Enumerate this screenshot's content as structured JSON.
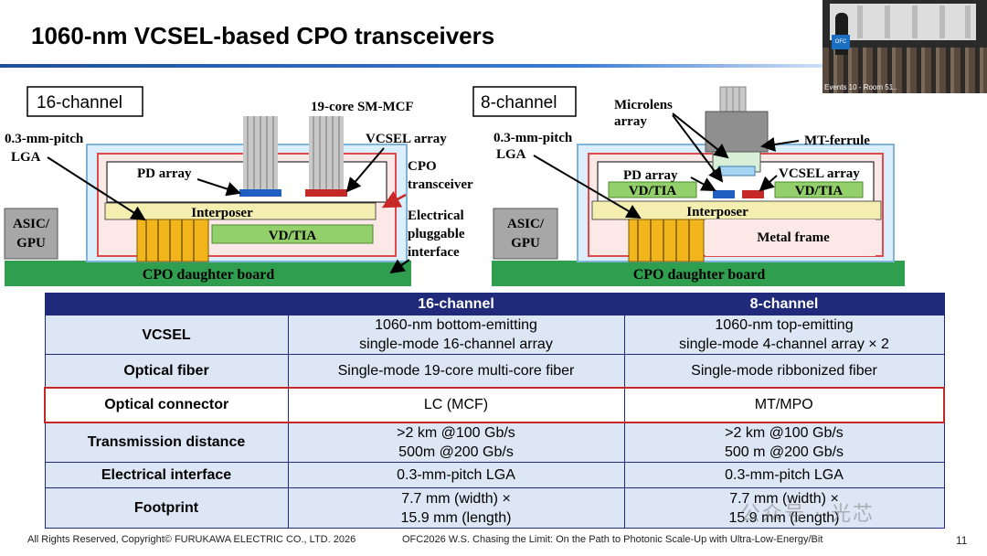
{
  "slide": {
    "title": "1060-nm VCSEL-based CPO transceivers"
  },
  "video": {
    "caption": "Events 10 - Room 51..",
    "sign": "OFC"
  },
  "diagram_16": {
    "label": "16-channel",
    "fiber_label": "19-core SM-MCF",
    "vcsel_label": "VCSEL array",
    "lga_label_1": "0.3-mm-pitch",
    "lga_label_2": "LGA",
    "pd_label": "PD array",
    "cpo_label_1": "CPO",
    "cpo_label_2": "transceiver",
    "interposer": "Interposer",
    "asic_1": "ASIC/",
    "asic_2": "GPU",
    "vdtia": "VD/TIA",
    "epi_1": "Electrical",
    "epi_2": "pluggable",
    "epi_3": "interface",
    "board": "CPO daughter board"
  },
  "diagram_8": {
    "label": "8-channel",
    "microlens_1": "Microlens",
    "microlens_2": "array",
    "lga_label_1": "0.3-mm-pitch",
    "lga_label_2": "LGA",
    "mt_ferrule": "MT-ferrule",
    "pd_label": "PD array",
    "vcsel_label": "VCSEL array",
    "vdtia_left": "VD/TIA",
    "vdtia_right": "VD/TIA",
    "interposer": "Interposer",
    "asic_1": "ASIC/",
    "asic_2": "GPU",
    "metal_frame": "Metal frame",
    "board": "CPO daughter board"
  },
  "table": {
    "headers": [
      "",
      "16-channel",
      "8-channel"
    ],
    "rows": [
      {
        "label": "VCSEL",
        "c16": [
          "1060-nm bottom-emitting",
          "single-mode 16-channel array"
        ],
        "c8": [
          "1060-nm top-emitting",
          "single-mode 4-channel array × 2"
        ]
      },
      {
        "label": "Optical fiber",
        "c16": [
          "Single-mode 19-core multi-core fiber"
        ],
        "c8": [
          "Single-mode ribbonized fiber"
        ]
      },
      {
        "label": "Optical connector",
        "c16": [
          "LC (MCF)"
        ],
        "c8": [
          "MT/MPO"
        ]
      },
      {
        "label": "Transmission distance",
        "c16": [
          ">2 km @100 Gb/s",
          "500m @200 Gb/s"
        ],
        "c8": [
          ">2 km @100 Gb/s",
          "500 m @200 Gb/s"
        ]
      },
      {
        "label": "Electrical interface",
        "c16": [
          "0.3-mm-pitch LGA"
        ],
        "c8": [
          "0.3-mm-pitch LGA"
        ]
      },
      {
        "label": "Footprint",
        "c16": [
          "7.7 mm (width) ×",
          "15.9 mm (length)"
        ],
        "c8": [
          "7.7 mm (width) ×",
          "15.9 mm (length)"
        ]
      }
    ]
  },
  "watermark": "公众号 · 光芯",
  "footer": {
    "copyright": "All Rights Reserved, Copyright© FURUKAWA ELECTRIC CO., LTD. 2026",
    "event": "OFC2026 W.S. Chasing the Limit: On the Path to Photonic Scale-Up with Ultra-Low-Energy/Bit",
    "page": "11"
  },
  "colors": {
    "navy": "#1f2a7a",
    "board_green": "#2f9e4f",
    "vdtia_green": "#93d06b",
    "interposer": "#f4efb0",
    "red": "#c62828",
    "blue": "#1f5fbf"
  }
}
